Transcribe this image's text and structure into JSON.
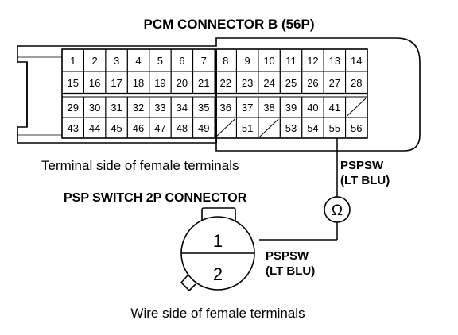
{
  "connector_title": "PCM CONNECTOR B (56P)",
  "terminal_side_label": "Terminal side of female terminals",
  "pspsw_label_top": "PSPSW",
  "pspsw_wire_top": "(LT BLU)",
  "switch_title": "PSP SWITCH 2P CONNECTOR",
  "ohm_symbol": "Ω",
  "switch_pin_1": "1",
  "switch_pin_2": "2",
  "pspsw_label_bottom": "PSPSW",
  "pspsw_wire_bottom": "(LT BLU)",
  "wire_side_label": "Wire side of female terminals",
  "pcm_rows": [
    [
      "1",
      "2",
      "3",
      "4",
      "5",
      "6",
      "7",
      "8",
      "9",
      "10",
      "11",
      "12",
      "13",
      "14"
    ],
    [
      "15",
      "16",
      "17",
      "18",
      "19",
      "20",
      "21",
      "22",
      "23",
      "24",
      "25",
      "26",
      "27",
      "28"
    ],
    [
      "29",
      "30",
      "31",
      "32",
      "33",
      "34",
      "35",
      "36",
      "37",
      "38",
      "39",
      "40",
      "41",
      ""
    ],
    [
      "43",
      "44",
      "45",
      "46",
      "47",
      "48",
      "49",
      "",
      "51",
      "",
      "53",
      "54",
      "55",
      "56"
    ]
  ],
  "empty_pin_slots": [
    "42",
    "50",
    "52"
  ],
  "highlighted_pin": "55",
  "colors": {
    "line": "#000000",
    "background": "#ffffff"
  }
}
